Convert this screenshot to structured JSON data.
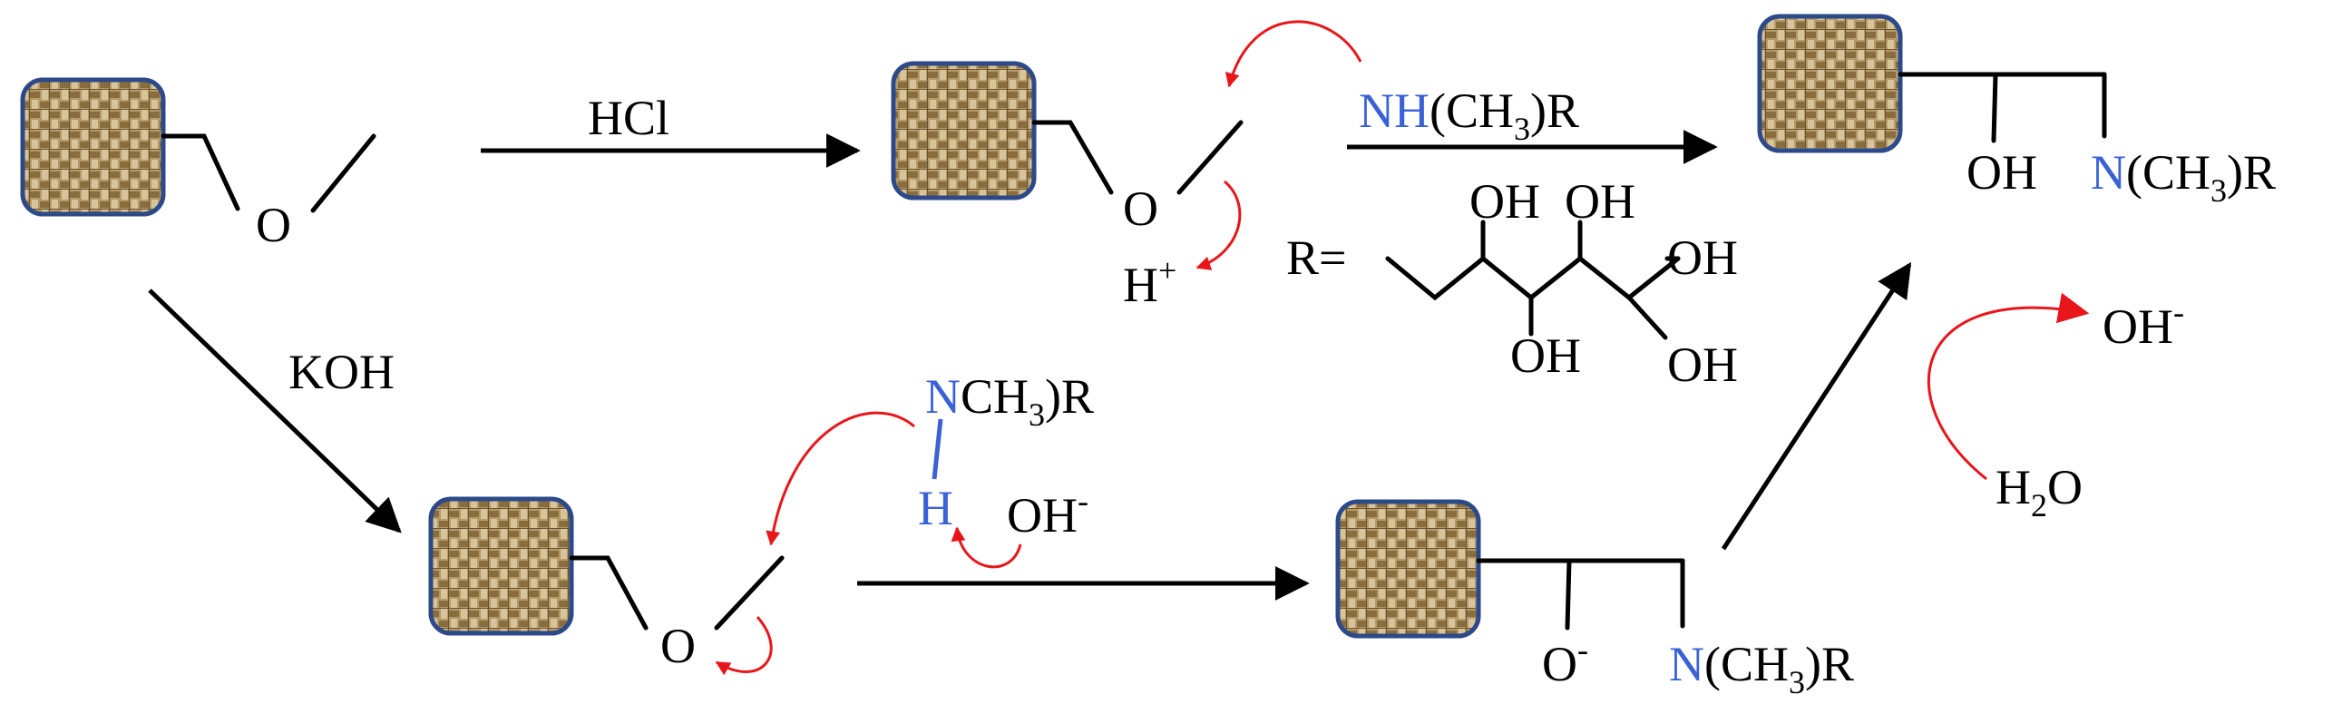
{
  "reagents": {
    "acid": "HCl",
    "base": "KOH"
  },
  "labels": {
    "epoxide_oxygen": "O",
    "proton": "H",
    "proton_charge": "+",
    "amine_top_n": "NH",
    "amine_top_rest_a": "(CH",
    "amine_sub": "3",
    "amine_rest_b": ")R",
    "amine_bottom_n": "N",
    "amine_bottom_rest_a": "CH",
    "amine_h": "H",
    "hydroxide": "OH",
    "minus": "-",
    "alkoxide": "O",
    "product_oh": "OH",
    "product_n": "N",
    "water_h": "H",
    "water_sub": "2",
    "water_o": "O",
    "r_def": "R=",
    "r_oh": "OH"
  }
}
